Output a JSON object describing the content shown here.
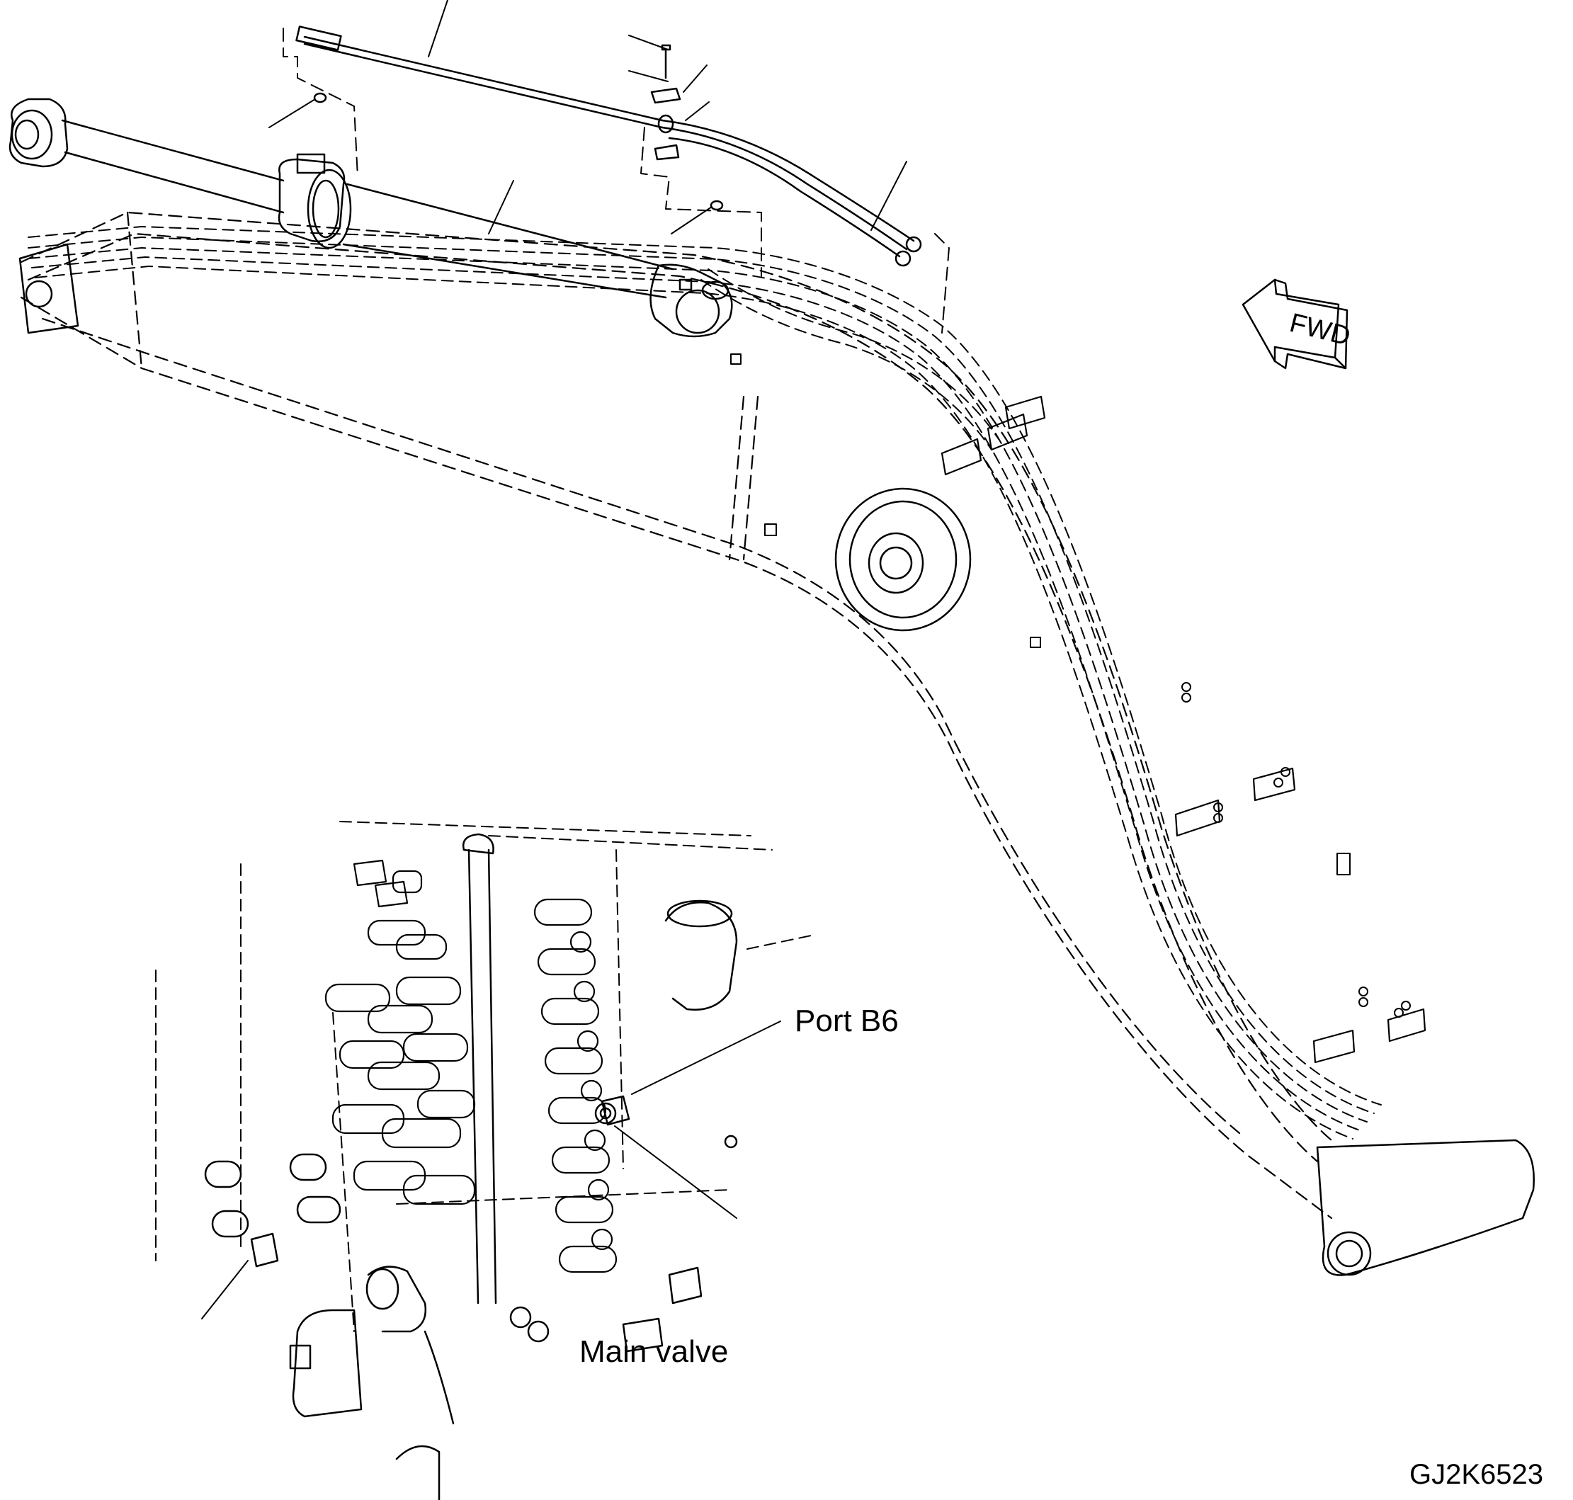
{
  "labels": {
    "port": "Port B6",
    "valve": "Main valve",
    "figure_code": "GJ2K6523",
    "direction": "FWD"
  },
  "icons": [
    "fwd-arrow-icon"
  ],
  "colors": {
    "ink": "#000000",
    "paper": "#ffffff"
  }
}
